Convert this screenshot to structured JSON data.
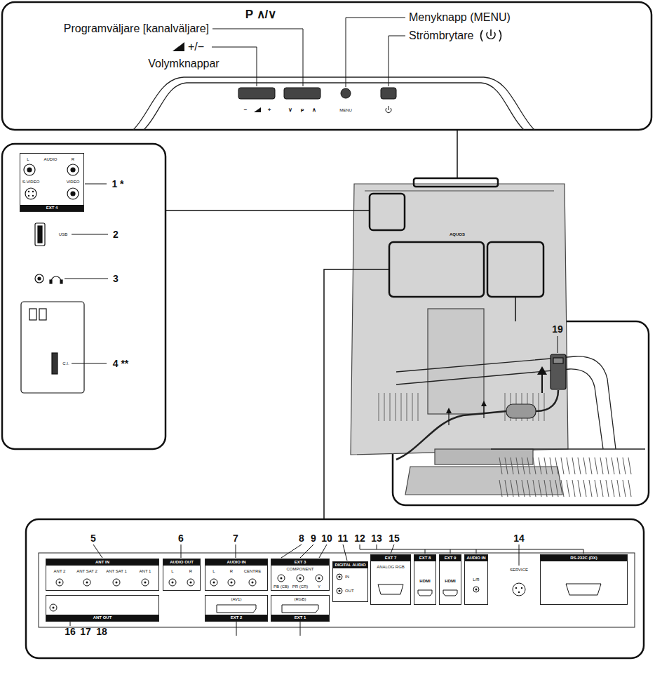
{
  "diagram": {
    "nodes": [
      {
        "text": [
          "EXT 4"
        ]
      },
      {
        "text": [
          "ANT IN"
        ]
      },
      {
        "text": [
          "AUDIO OUT"
        ]
      },
      {
        "text": [
          "AUDIO IN"
        ]
      },
      {
        "text": [
          "EXT 3",
          "COMPONENT"
        ]
      },
      {
        "text": [
          "ANT OUT"
        ]
      },
      {
        "text": [
          "EXT 2",
          "(AV1)"
        ]
      },
      {
        "text": [
          "EXT 1",
          "(RGB)"
        ]
      },
      {
        "text": [
          "DIGITAL AUDIO"
        ]
      },
      {
        "text": [
          "EXT 7",
          "ANALOG RGB"
        ]
      },
      {
        "text": [
          "EXT 8"
        ]
      },
      {
        "text": [
          "EXT 9"
        ]
      },
      {
        "text": [
          "AUDIO IN"
        ]
      },
      {
        "text": [
          "RS-232C (DX)"
        ]
      }
    ],
    "labels": [
      "P ∧/∨",
      "Programväljare [kanalväljare]",
      "Menyknapp (MENU)",
      "Strömbrytare",
      "+/−",
      "Volymknappar",
      "−",
      "+",
      "∨",
      "P",
      "∧",
      "MENU",
      "L",
      "AUDIO",
      "R",
      "S-VIDEO",
      "VIDEO",
      "1 *",
      "USB",
      "2",
      "3",
      "C.I.",
      "4 **",
      "AQUOS",
      "5",
      "6",
      "7",
      "8",
      "9",
      "10",
      "11",
      "12",
      "13",
      "15",
      "14",
      "ANT 2",
      "ANT SAT 2",
      "ANT SAT 1",
      "ANT 1",
      "L",
      "R",
      "L",
      "R",
      "CENTRE",
      "PB (CB)",
      "PR (CR)",
      "Y",
      "IN",
      "OUT",
      "HDMI",
      "HDMI",
      "L/R",
      "SERVICE",
      "16",
      "17",
      "18",
      "19"
    ]
  }
}
